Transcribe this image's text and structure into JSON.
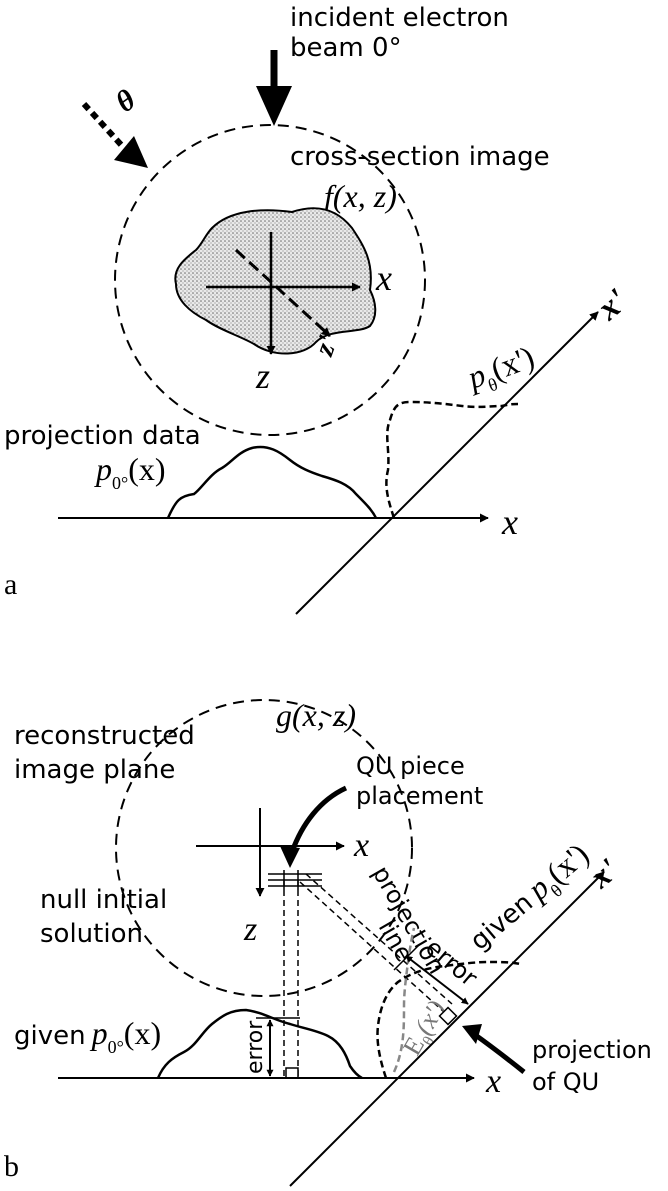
{
  "panel_a": {
    "label": "a",
    "beam_text": {
      "line1": "incident electron",
      "line2": "beam  0°"
    },
    "theta": "θ",
    "cross_section": "cross-section image",
    "f_label": "f(x, z)",
    "axis_x": "x",
    "axis_z": "z",
    "axis_z_prime": "z'",
    "axis_x_prime": "x'",
    "projection_data": "projection data",
    "p_zero": {
      "p": "p",
      "sub": "0°",
      "arg": "(x)"
    },
    "p_theta": {
      "p": "p",
      "sub": "θ",
      "arg": "(x')"
    },
    "baseline_x": "x"
  },
  "panel_b": {
    "label": "b",
    "g_label": "g(x, z)",
    "reconstructed": {
      "line1": "reconstructed",
      "line2": "image plane"
    },
    "qu_piece": {
      "line1": "QU piece",
      "line2": "placement"
    },
    "null_initial": {
      "line1": "null initial",
      "line2": "solution"
    },
    "axis_x": "x",
    "axis_z": "z",
    "projection_line": {
      "line1": "projection",
      "line2": "line"
    },
    "error_diag": "error",
    "error_vert": "error",
    "given_theta": {
      "word": "given",
      "p": "p",
      "sub": "θ",
      "arg": "(x')"
    },
    "axis_x_prime": "x'",
    "given_zero": {
      "word": "given",
      "p": "p",
      "sub": "0°",
      "arg": "(x)"
    },
    "e_theta": {
      "e": "E",
      "sub": "θ",
      "arg": "(x')"
    },
    "projection_of_qu": {
      "line1": "projection",
      "line2": "of QU"
    },
    "baseline_x": "x"
  }
}
